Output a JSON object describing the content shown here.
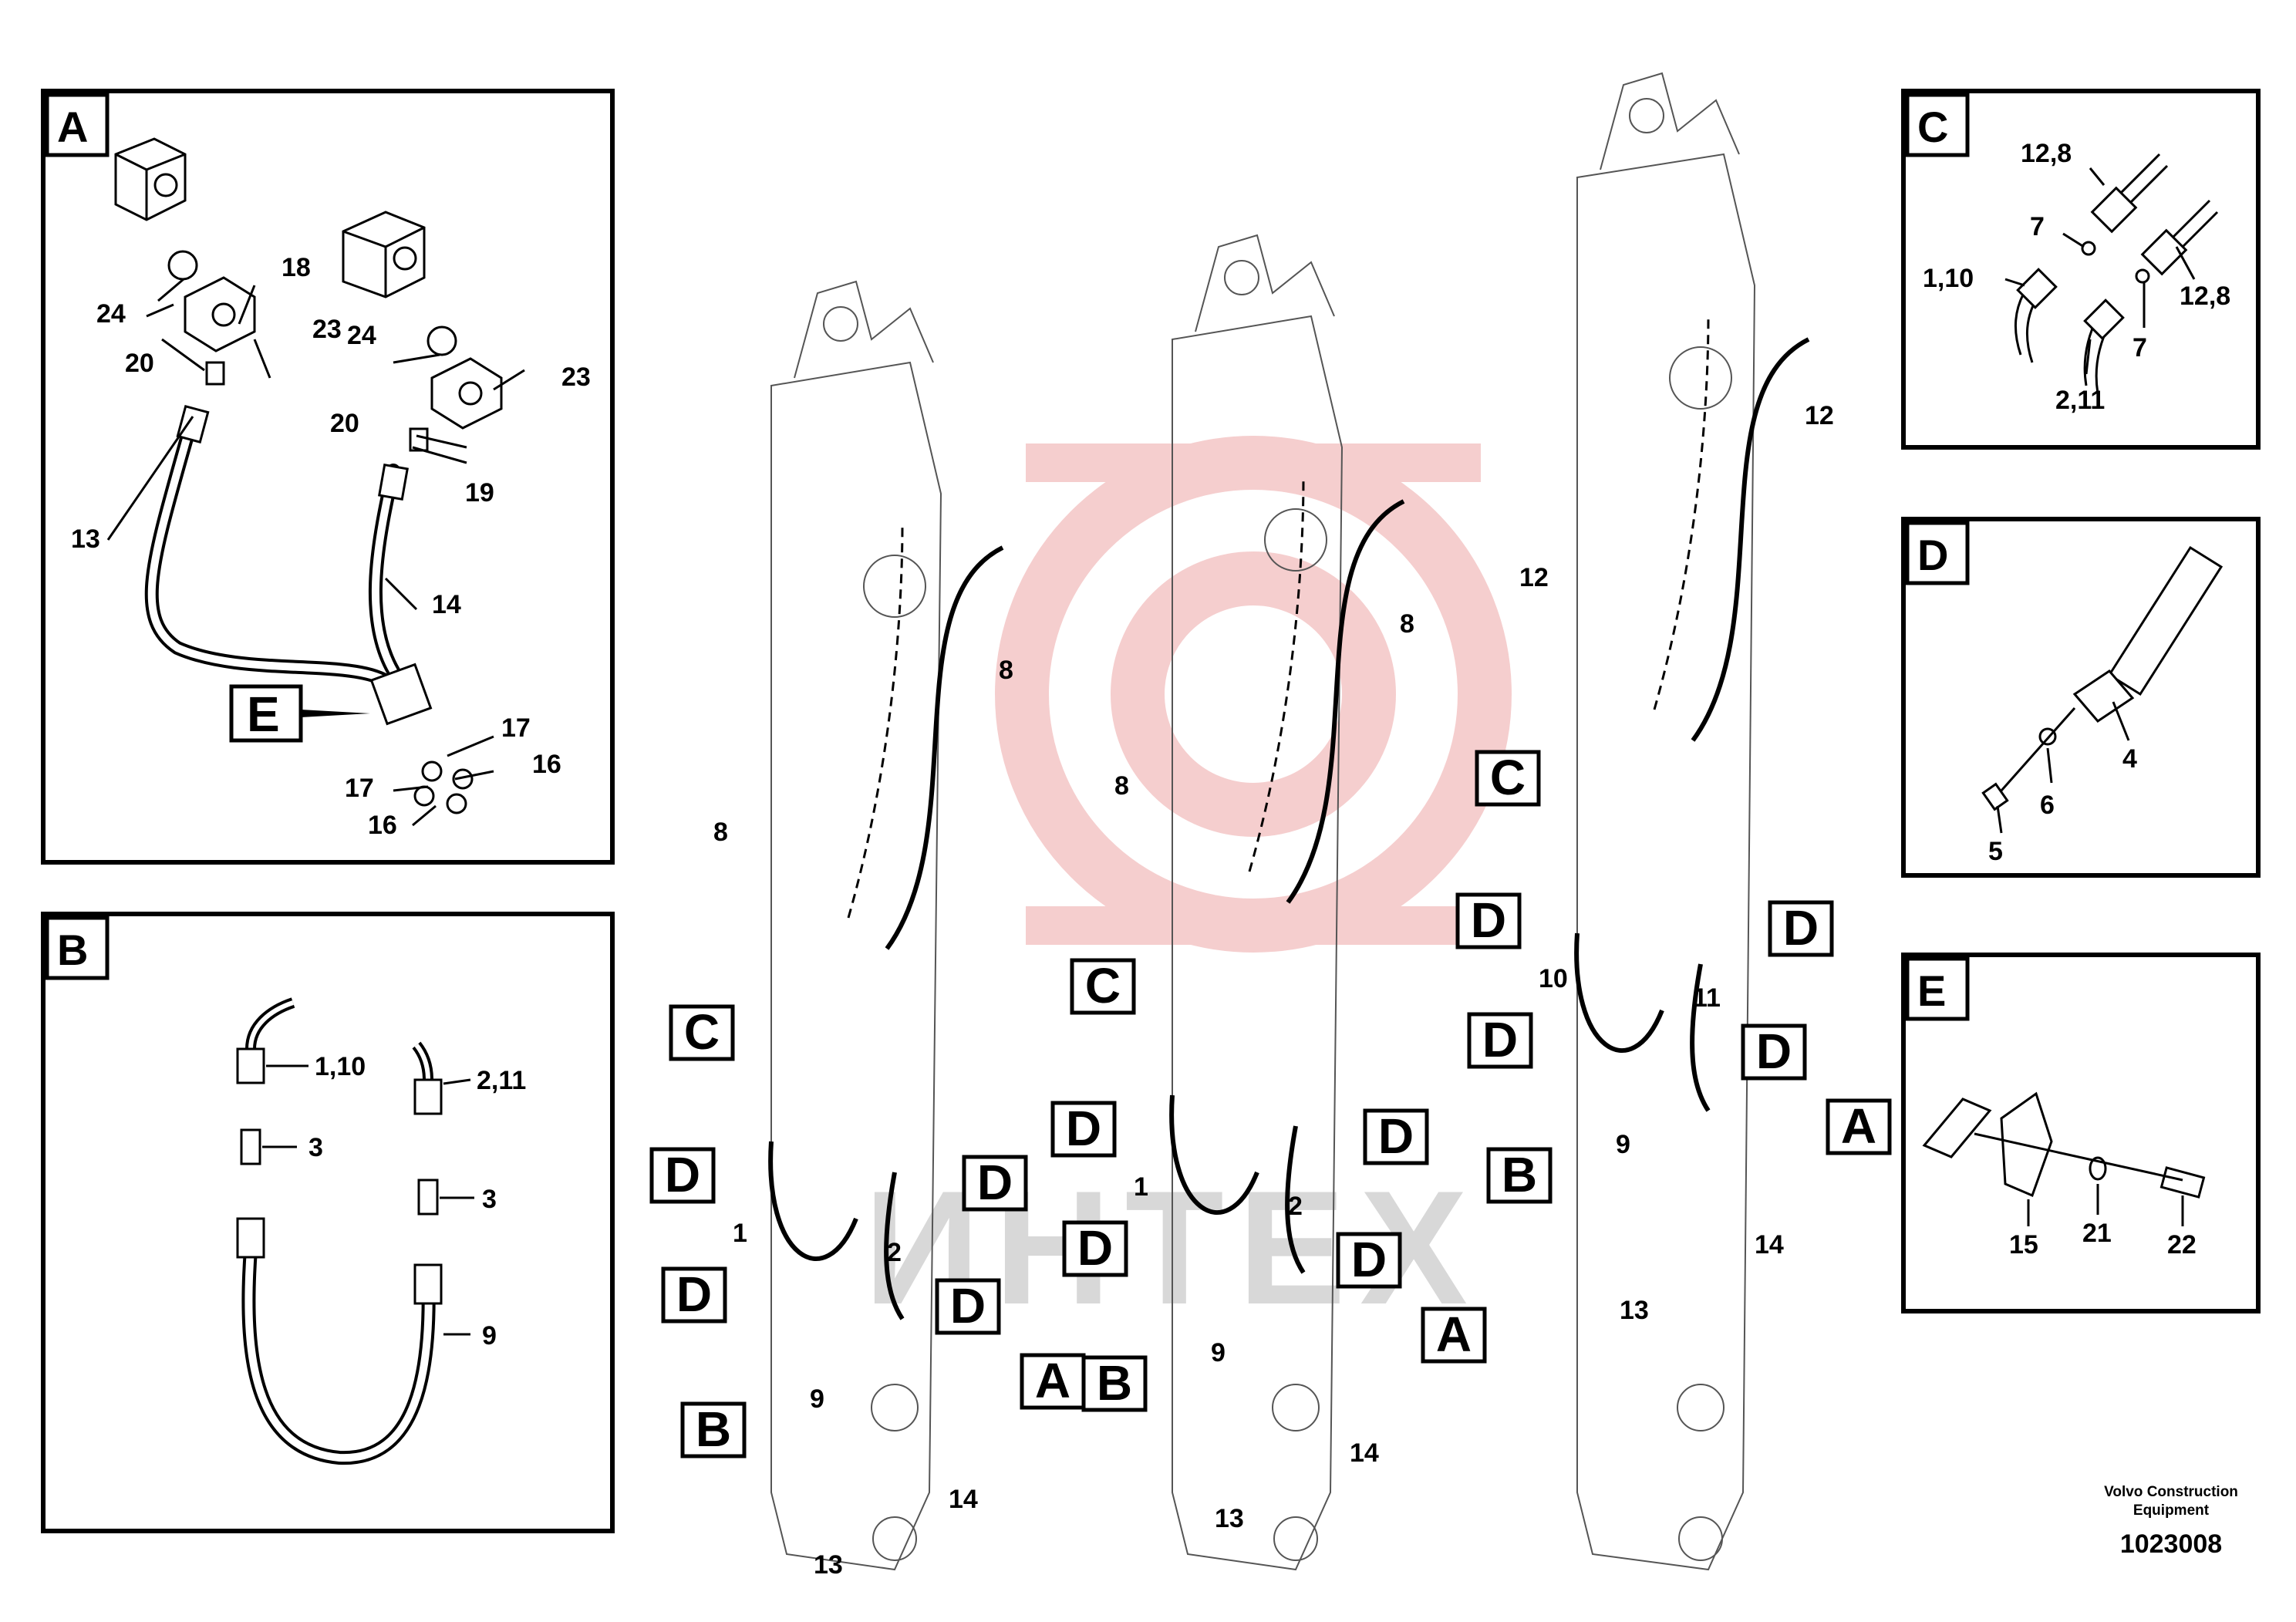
{
  "watermark": {
    "text": "ИНТЕХ",
    "color": "#d9d9d9",
    "logo_color": "#f4c6c6"
  },
  "panels": {
    "A": {
      "letter": "A",
      "labels": [
        "24",
        "18",
        "23",
        "20",
        "24",
        "23",
        "20",
        "19",
        "13",
        "14",
        "E",
        "17",
        "16",
        "17",
        "16"
      ]
    },
    "B": {
      "letter": "B",
      "labels": [
        "1,10",
        "2,11",
        "3",
        "3",
        "9"
      ]
    },
    "C": {
      "letter": "C",
      "labels": [
        "12,8",
        "7",
        "1,10",
        "12,8",
        "7",
        "2,11"
      ]
    },
    "D": {
      "letter": "D",
      "labels": [
        "4",
        "6",
        "5"
      ]
    },
    "E": {
      "letter": "E",
      "labels": [
        "15",
        "21",
        "22"
      ]
    }
  },
  "booms": {
    "left": {
      "labels": [
        "8",
        "8",
        "C",
        "D",
        "D",
        "1",
        "2",
        "D",
        "D",
        "B",
        "9",
        "A",
        "13",
        "14"
      ]
    },
    "middle": {
      "labels": [
        "8",
        "8",
        "C",
        "D",
        "D",
        "1",
        "2",
        "D",
        "D",
        "B",
        "9",
        "A",
        "13",
        "14"
      ]
    },
    "right": {
      "labels": [
        "12",
        "12",
        "C",
        "D",
        "D",
        "10",
        "11",
        "D",
        "D",
        "B",
        "9",
        "A",
        "13",
        "14"
      ]
    }
  },
  "footer": {
    "company_line1": "Volvo Construction",
    "company_line2": "Equipment",
    "drawing_number": "1023008"
  }
}
